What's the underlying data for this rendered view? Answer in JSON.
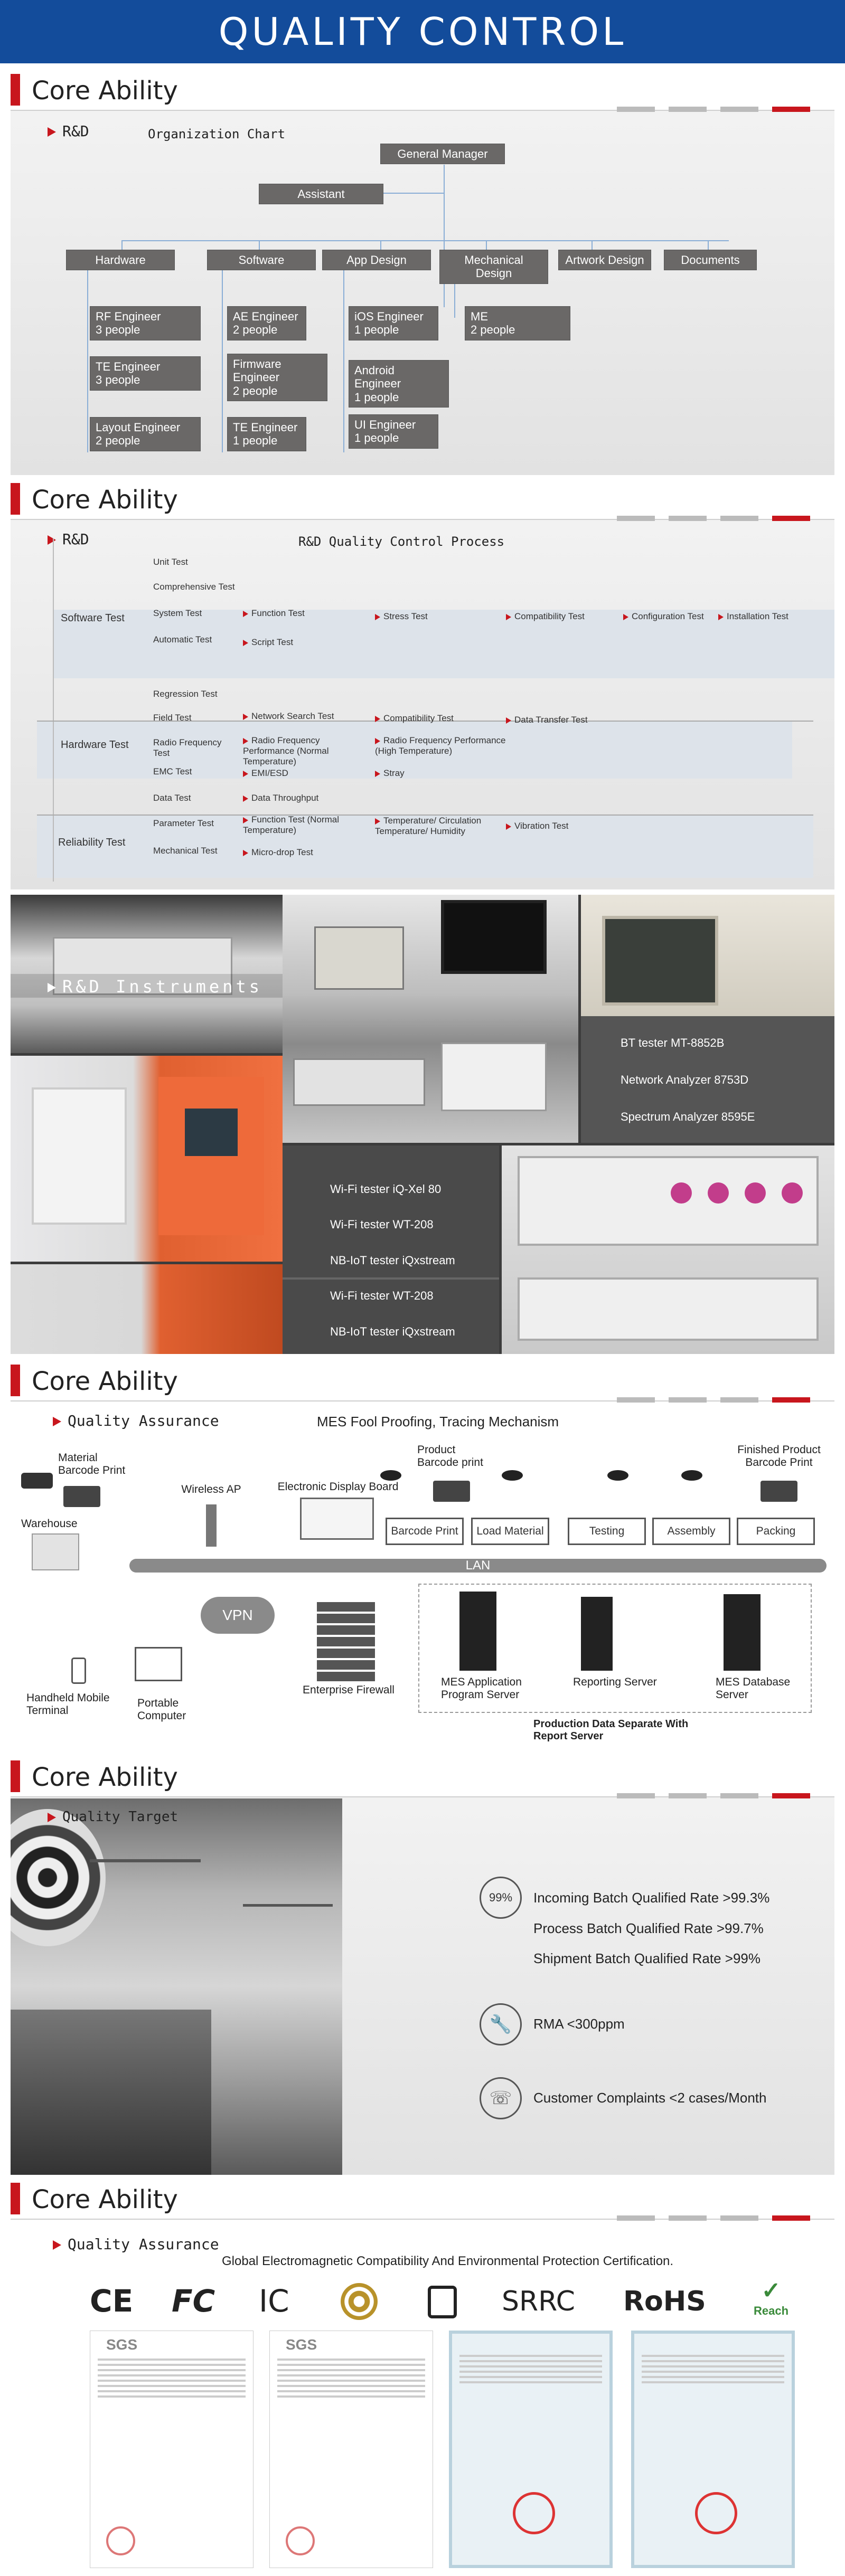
{
  "banner": {
    "title": "QUALITY CONTROL"
  },
  "sections": {
    "s1": "Core Ability",
    "s2": "Core Ability",
    "s3": "Core Ability",
    "s4": "Core Ability",
    "s5": "Core Ability"
  },
  "org": {
    "subtitle": "R&D",
    "caption": "Organization Chart",
    "gm": "General Manager",
    "assistant": "Assistant",
    "depts": [
      "Hardware",
      "Software",
      "App Design",
      "Mechanical Design",
      "Artwork Design",
      "Documents"
    ],
    "hw": [
      "RF Engineer\n3 people",
      "TE Engineer\n3 people",
      "Layout Engineer\n2 people"
    ],
    "sw": [
      "AE Engineer\n2 people",
      "Firmware\nEngineer\n2 people",
      "TE Engineer\n1 people"
    ],
    "app": [
      "iOS Engineer\n1 people",
      "Android Engineer\n1 people",
      "UI Engineer\n1 people"
    ],
    "me": [
      "ME\n2 people"
    ]
  },
  "rq": {
    "subtitle": "R&D",
    "caption": "R&D Quality Control Process",
    "groups": [
      "Software Test",
      "Hardware Test",
      "Reliability Test"
    ],
    "rows": {
      "unit": "Unit Test",
      "comp": "Comprehensive Test",
      "system": "System Test",
      "func": "Function Test",
      "stress": "Stress Test",
      "compat": "Compatibility Test",
      "config": "Configuration Test",
      "install": "Installation Test",
      "auto": "Automatic Test",
      "script": "Script Test",
      "regress": "Regression Test",
      "field": "Field Test",
      "netsearch": "Network Search Test",
      "compat2": "Compatibility Test",
      "datatrans": "Data Transfer Test",
      "rftest": "Radio Frequency Test",
      "rfperf": "Radio Frequency Performance (Normal Temperature)",
      "rfhigh": "Radio Frequency Performance (High Temperature)",
      "emc": "EMC Test",
      "emi": "EMI/ESD",
      "stray": "Stray",
      "data": "Data Test",
      "thru": "Data Throughput",
      "param": "Parameter Test",
      "functemp": "Function Test (Normal Temperature)",
      "tempcirc": "Temperature/ Circulation Temperature/ Humidity",
      "vib": "Vibration Test",
      "mech": "Mechanical Test",
      "drop": "Micro-drop Test"
    }
  },
  "instruments": {
    "title": "R&D  Instruments",
    "right": [
      "BT tester  MT-8852B",
      "Network  Analyzer  8753D",
      "Spectrum Analyzer 8595E"
    ],
    "lower": [
      "Wi-Fi tester   iQ-Xel 80",
      "Wi-Fi tester    WT-208",
      "NB-IoT tester iQxstream"
    ],
    "bottom": [
      "Wi-Fi tester    WT-208",
      "NB-IoT tester iQxstream"
    ]
  },
  "qa": {
    "subtitle": "Quality Assurance",
    "caption": "MES Fool Proofing, Tracing Mechanism",
    "material": "Material\nBarcode Print",
    "wireless": "Wireless AP",
    "display": "Electronic Display Board",
    "product": "Product\nBarcode print",
    "finished": "Finished Product\nBarcode Print",
    "stations": [
      "Barcode Print",
      "Load Material",
      "Testing",
      "Assembly",
      "Packing"
    ],
    "warehouse": "Warehouse",
    "lan": "LAN",
    "vpn": "VPN",
    "handheld": "Handheld Mobile\nTerminal",
    "portable": "Portable\nComputer",
    "firewall": "Enterprise Firewall",
    "mesapp": "MES Application\nProgram Server",
    "report": "Reporting Server",
    "mesdb": "MES Database\nServer",
    "separate": "Production Data Separate With\nReport Server"
  },
  "target": {
    "subtitle": "Quality Target",
    "pct": "99%",
    "lines": [
      "Incoming Batch Qualified Rate >99.3%",
      "Process Batch Qualified Rate >99.7%",
      "Shipment Batch Qualified Rate >99%"
    ],
    "rma": "RMA <300ppm",
    "complaints": "Customer Complaints   <2 cases/Month"
  },
  "cert": {
    "subtitle": "Quality Assurance",
    "caption": "Global Electromagnetic Compatibility And Environmental Protection Certification.",
    "logos": [
      "CE",
      "FC",
      "IC",
      "SRRC",
      "RoHS",
      "Reach"
    ],
    "sgs": "SGS"
  }
}
